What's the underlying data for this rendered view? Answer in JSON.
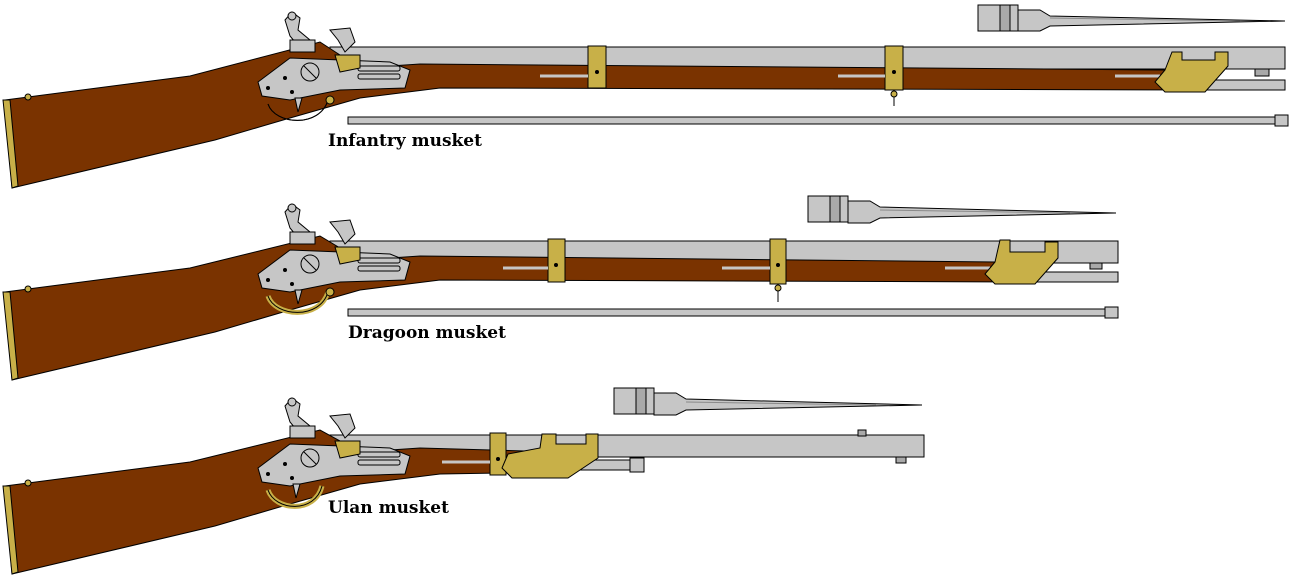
{
  "colors": {
    "background": "#ffffff",
    "wood": "#7a3300",
    "steel": "#c6c6c6",
    "steel_dark": "#a9a9a9",
    "brass": "#c8b048",
    "brass_dark": "#9c8532",
    "outline": "#000000"
  },
  "muskets": [
    {
      "label": "Infantry musket",
      "variant": "infantry"
    },
    {
      "label": "Dragoon musket",
      "variant": "dragoon"
    },
    {
      "label": "Ulan musket",
      "variant": "ulan"
    }
  ]
}
